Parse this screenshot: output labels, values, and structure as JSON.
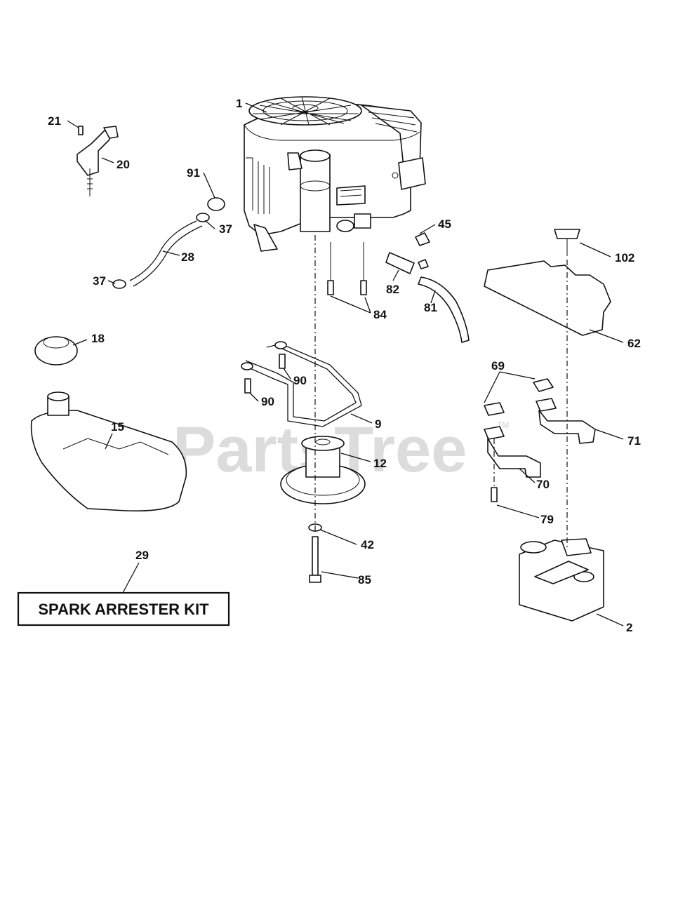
{
  "watermark": {
    "text": "PartsTree",
    "tm": "TM"
  },
  "kit_box": {
    "label": "SPARK ARRESTER KIT"
  },
  "callouts": [
    {
      "id": "1",
      "text": "1"
    },
    {
      "id": "21",
      "text": "21"
    },
    {
      "id": "20",
      "text": "20"
    },
    {
      "id": "91",
      "text": "91"
    },
    {
      "id": "37a",
      "text": "37"
    },
    {
      "id": "28",
      "text": "28"
    },
    {
      "id": "37b",
      "text": "37"
    },
    {
      "id": "45",
      "text": "45"
    },
    {
      "id": "82",
      "text": "82"
    },
    {
      "id": "84",
      "text": "84"
    },
    {
      "id": "81",
      "text": "81"
    },
    {
      "id": "102",
      "text": "102"
    },
    {
      "id": "62",
      "text": "62"
    },
    {
      "id": "18",
      "text": "18"
    },
    {
      "id": "90a",
      "text": "90"
    },
    {
      "id": "90b",
      "text": "90"
    },
    {
      "id": "9",
      "text": "9"
    },
    {
      "id": "69",
      "text": "69"
    },
    {
      "id": "15",
      "text": "15"
    },
    {
      "id": "12",
      "text": "12"
    },
    {
      "id": "71",
      "text": "71"
    },
    {
      "id": "70",
      "text": "70"
    },
    {
      "id": "79",
      "text": "79"
    },
    {
      "id": "42",
      "text": "42"
    },
    {
      "id": "29",
      "text": "29"
    },
    {
      "id": "85",
      "text": "85"
    },
    {
      "id": "2",
      "text": "2"
    }
  ]
}
